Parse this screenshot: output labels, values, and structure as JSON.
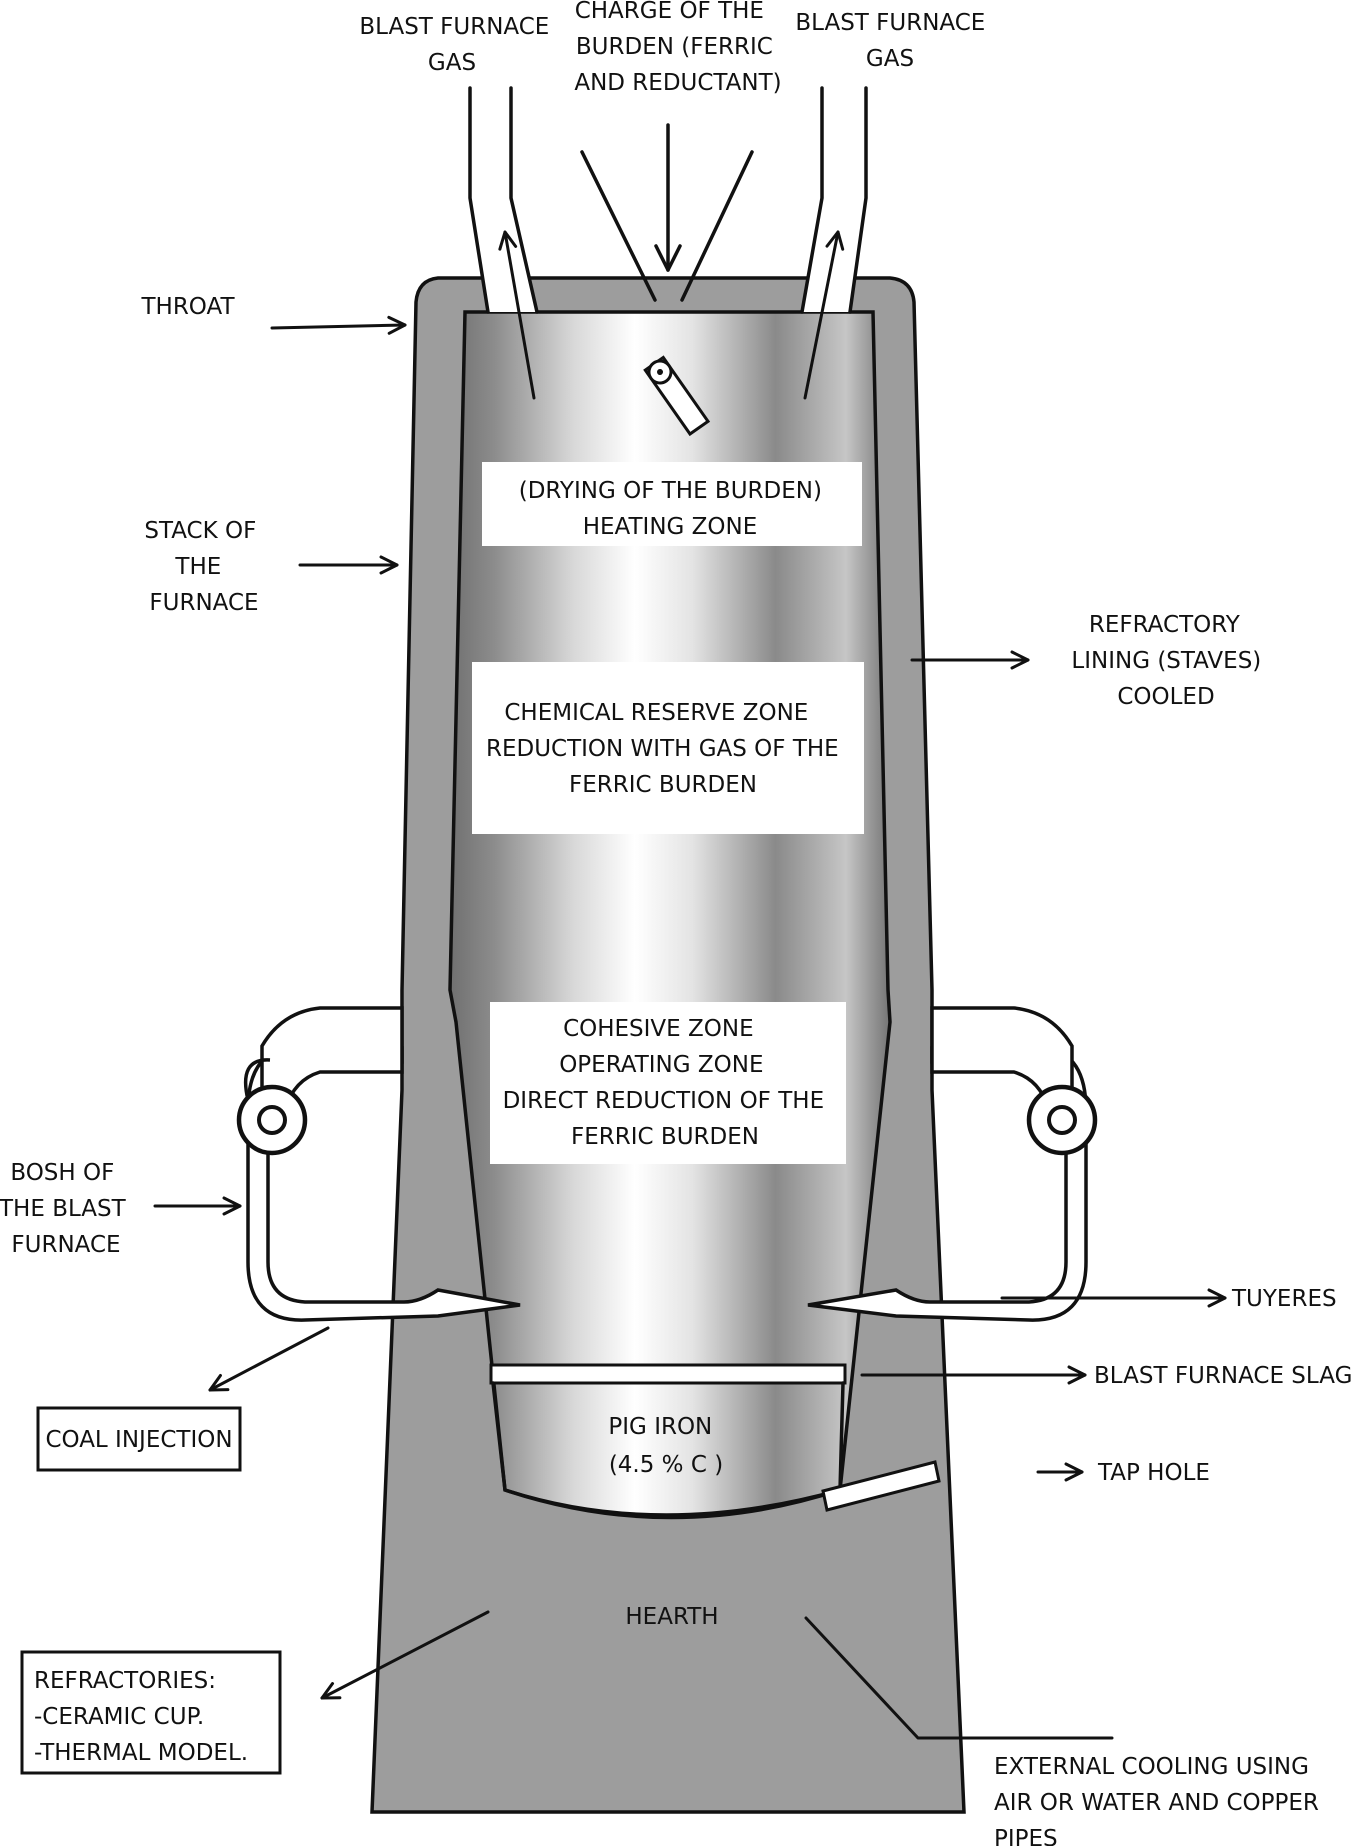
{
  "labels": {
    "blast_furnace_gas_left": [
      "BLAST FURNACE",
      "GAS"
    ],
    "charge": [
      "CHARGE OF THE",
      "BURDEN (FERRIC",
      "AND REDUCTANT)"
    ],
    "blast_furnace_gas_right": [
      "BLAST FURNACE",
      "GAS"
    ],
    "throat": "THROAT",
    "stack": [
      "STACK OF",
      "THE",
      "FURNACE"
    ],
    "refractory_lining": [
      "REFRACTORY",
      "LINING (STAVES)",
      "COOLED"
    ],
    "bosh": [
      "BOSH OF",
      "THE BLAST",
      "FURNACE"
    ],
    "tuyeres": "TUYERES",
    "slag": "BLAST FURNACE SLAG",
    "tap_hole": "TAP HOLE",
    "coal_injection": "COAL INJECTION",
    "refractories": [
      "REFRACTORIES:",
      "-CERAMIC CUP.",
      "-THERMAL MODEL."
    ],
    "external_cooling": [
      "EXTERNAL COOLING USING",
      "AIR OR WATER AND COPPER",
      "PIPES"
    ],
    "hearth": "HEARTH",
    "pig_iron": [
      "PIG IRON",
      "(4.5 % C )"
    ]
  },
  "zones": {
    "heating": [
      "(DRYING OF THE BURDEN)",
      "HEATING ZONE"
    ],
    "chemical_reserve": [
      "CHEMICAL RESERVE ZONE",
      "REDUCTION WITH GAS OF THE",
      "FERRIC BURDEN"
    ],
    "cohesive": [
      "COHESIVE ZONE",
      "OPERATING ZONE",
      "DIRECT REDUCTION OF THE",
      "FERRIC BURDEN"
    ]
  },
  "colors": {
    "shell": "#9d9d9d",
    "outline": "#111111",
    "interior_dark": "#6a6a6a",
    "interior_light": "#ffffff"
  }
}
